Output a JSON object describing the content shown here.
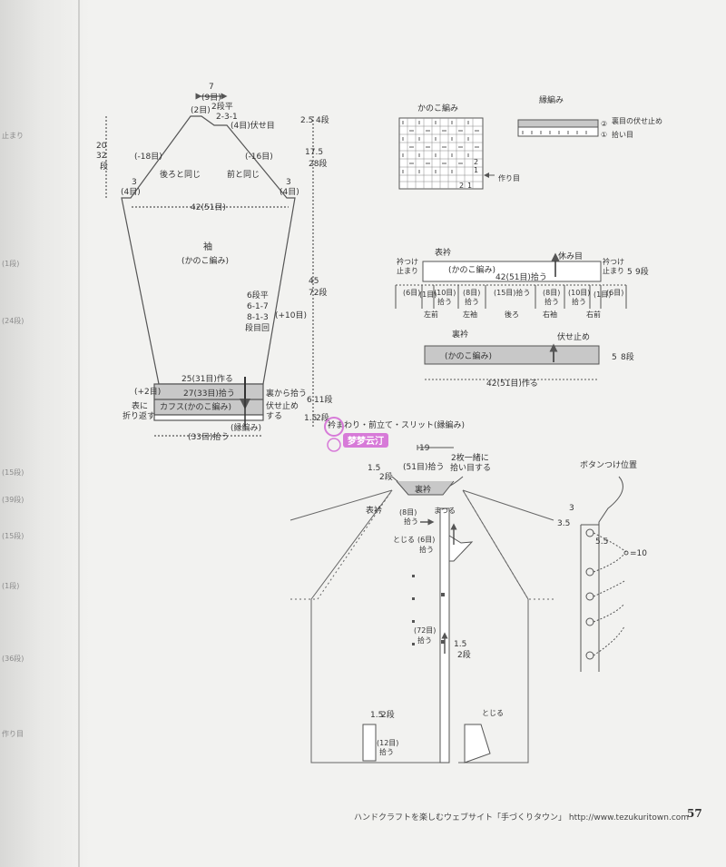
{
  "gutter_ghost": [
    "止まり",
    "(1段)",
    "(24段)",
    "(15段)",
    "(39段)",
    "(15段)",
    "(1段)",
    "(36段)",
    "作り目"
  ],
  "sleeve": {
    "title": "袖",
    "stitch": "(かのこ編み)",
    "top_width": "7",
    "top_width_st": "(9目)",
    "top_2st": "(2目)",
    "top_rule_1": "2段平",
    "top_rule_2": "2-3-1",
    "top_rule_3": "(4目)伏せ目",
    "left_height_1": "20",
    "left_height_2": "32",
    "left_height_3": "段",
    "dec_left": "(-18目)",
    "dec_right": "(-16目)",
    "same_back": "後ろと同じ",
    "same_front": "前と同じ",
    "shoulder_cm_l": "3",
    "shoulder_st_l": "(4目)",
    "shoulder_cm_r": "3",
    "shoulder_st_r": "(4目)",
    "upper_width": "42(51目)",
    "right_top_cm": "2.5",
    "right_top_rows": "4段",
    "right_mid_cm": "17.5",
    "right_mid_rows": "28段",
    "right_long_cm": "45",
    "right_long_rows": "72段",
    "inc_rule_1": "6段平",
    "inc_rule_2": "6-1-7",
    "inc_rule_3": "8-1-3",
    "inc_rule_4": "段目回",
    "inc_count": "(+10目)",
    "bottom_make": "25(31目)作る",
    "plus2": "(+2目)",
    "cuff_pick": "27(33目)拾う",
    "wrong_pick": "裏から拾う",
    "cuff_label": "カフス(かのこ編み)",
    "bind_off_1": "伏せ止め",
    "bind_off_2": "する",
    "fold_1": "表に",
    "fold_2": "折り返す",
    "garter": "(縁編み)",
    "cuff_pick_bottom": "(33目)拾う",
    "cuff_rows_cm": "6",
    "cuff_rows": "11段",
    "edge_cm": "1.5",
    "edge_rows": "2段"
  },
  "chart_kanoko": {
    "title": "かのこ編み",
    "cast_on": "作り目",
    "col_labels": [
      "2",
      "1"
    ],
    "row_labels": [
      "2",
      "1"
    ]
  },
  "chart_border": {
    "title": "縁編み",
    "bind_off": "裏目の伏せ止め",
    "pick_up": "拾い目",
    "row2": "②",
    "row1": "①"
  },
  "collar_front": {
    "title": "表衿",
    "stitch": "(かのこ編み)",
    "rest_st": "休み目",
    "left_stop_1": "衿つけ",
    "left_stop_2": "止まり",
    "right_stop_1": "衿つけ",
    "right_stop_2": "止まり",
    "pick": "42(51目)拾う",
    "height_cm": "5",
    "height_rows": "9段",
    "segments": [
      {
        "count": "(6目)",
        "pick": "",
        "name": ""
      },
      {
        "count": "(1目)",
        "pick": "",
        "name": ""
      },
      {
        "count": "(10目)",
        "pick": "拾う",
        "name": "左前"
      },
      {
        "count": "(8目)",
        "pick": "拾う",
        "name": "左袖"
      },
      {
        "count": "(15目)拾う",
        "pick": "",
        "name": "後ろ"
      },
      {
        "count": "(8目)",
        "pick": "拾う",
        "name": "右袖"
      },
      {
        "count": "(10目)",
        "pick": "拾う",
        "name": "右前"
      },
      {
        "count": "(1目)",
        "pick": "",
        "name": ""
      },
      {
        "count": "(6目)",
        "pick": "",
        "name": ""
      }
    ]
  },
  "collar_back": {
    "title": "裏衿",
    "stitch": "(かのこ編み)",
    "bind_off": "伏せ止め",
    "height_cm": "5",
    "height_rows": "8段",
    "make": "42(51目)作る"
  },
  "body": {
    "title": "衿まわり・前立て・スリット(縁編み)",
    "width": "19",
    "collar_cm": "1.5",
    "collar_rows": "2段",
    "pick_51": "(51目)拾う",
    "together_1": "2枚一緒に",
    "together_2": "拾い目する",
    "back_collar": "裏衿",
    "front_collar": "表衿",
    "pick_8": "(8目)",
    "pick_8b": "拾う",
    "sew": "まつる",
    "join": "とじる",
    "pick_6": "(6目)",
    "pick_6b": "拾う",
    "pick_72": "(72目)",
    "pick_72b": "拾う",
    "band_cm": "1.5",
    "band_rows": "2段",
    "slit_cm": "1.5",
    "slit_rows": "2段",
    "pick_12": "(12目)",
    "pick_12b": "拾う",
    "slit_join": "とじる"
  },
  "buttons": {
    "title": "ボタンつけ位置",
    "m3": "3",
    "m35": "3.5",
    "m55": "5.5",
    "m10": "=10"
  },
  "watermark": "梦梦云汀",
  "footer": {
    "text": "ハンドクラフトを楽しむウェブサイト「手づくりタウン」  http://www.tezukuritown.com",
    "page": "57"
  },
  "colors": {
    "line": "#555555",
    "band": "#c8c8c8",
    "watermark": "#d77ad8"
  }
}
